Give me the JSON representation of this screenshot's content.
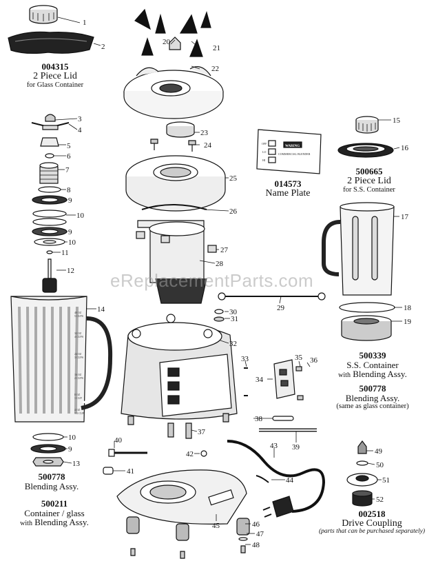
{
  "watermark": "eReplacementParts.com",
  "assemblies": {
    "lid_glass": {
      "part": "004315",
      "name": "2 Piece Lid",
      "note": "for Glass Container"
    },
    "lid_ss": {
      "part": "500665",
      "name": "2 Piece Lid",
      "note": "for S.S. Container"
    },
    "name_plate": {
      "part": "014573",
      "name": "Name Plate"
    },
    "blending_ss": {
      "part": "500339",
      "name": "S.S. Container",
      "name2_small": "with",
      "name2": "Blending Assy."
    },
    "blending_ss_b": {
      "part": "500778",
      "name": "Blending Assy.",
      "note": "(same as glass container)"
    },
    "blending_glass": {
      "part": "500778",
      "name": "Blending Assy."
    },
    "container_glass": {
      "part": "500211",
      "name": "Container / glass",
      "name2_small": "with",
      "name2": "Blending Assy."
    },
    "drive_coupling": {
      "part": "002518",
      "name": "Drive Coupling",
      "note": "(parts that can be purchased separately)"
    }
  },
  "plate_text": {
    "brand": "WARING",
    "sub": "COMMERCIAL BLENDER",
    "off": "OFF",
    "lo": "LO",
    "hi": "HI"
  },
  "container_marks": [
    "40 OZ",
    "5 CUPS",
    "32 OZ",
    "4 CUPS",
    "24 OZ",
    "3 CUPS",
    "16 OZ",
    "2 CUPS",
    "8 OZ",
    "1 CUP",
    "4 OZ",
    "1/2 CUP"
  ],
  "callouts": [
    "1",
    "2",
    "3",
    "4",
    "5",
    "6",
    "7",
    "8",
    "9",
    "10",
    "9",
    "10",
    "11",
    "12",
    "14",
    "10",
    "9",
    "13",
    "20",
    "21",
    "22",
    "23",
    "24",
    "25",
    "26",
    "27",
    "28",
    "29",
    "30",
    "31",
    "32",
    "33",
    "34",
    "35",
    "36",
    "37",
    "38",
    "39",
    "40",
    "41",
    "42",
    "43",
    "44",
    "45",
    "46",
    "47",
    "48",
    "15",
    "16",
    "17",
    "18",
    "19",
    "49",
    "50",
    "51",
    "52"
  ]
}
